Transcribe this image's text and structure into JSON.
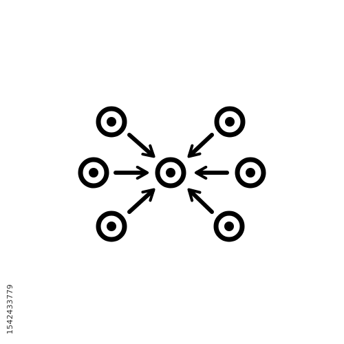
{
  "colors": {
    "background": "#ffffff",
    "icon": "#000000",
    "caption": "#333333"
  },
  "icon": {
    "name": "convergence-network-icon",
    "center_node": "hub-node-icon",
    "outer_nodes": [
      "node-icon-top-left",
      "node-icon-top-right",
      "node-icon-left",
      "node-icon-right",
      "node-icon-bottom-left",
      "node-icon-bottom-right"
    ],
    "arrows": [
      "arrow-in-from-top-left",
      "arrow-in-from-top-right",
      "arrow-in-from-left",
      "arrow-in-from-right",
      "arrow-in-from-bottom-left",
      "arrow-in-from-bottom-right"
    ]
  },
  "caption": {
    "stock_id": "1542433779"
  }
}
